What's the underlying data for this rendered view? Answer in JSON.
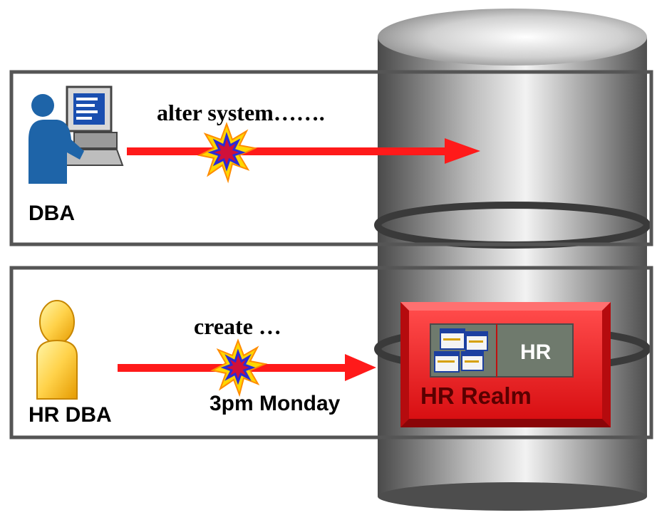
{
  "row1": {
    "actor": "DBA",
    "command": "alter system……."
  },
  "row2": {
    "actor": "HR DBA",
    "command": "create …",
    "time": "3pm Monday"
  },
  "realm": {
    "title": "HR Realm",
    "schema": "HR"
  },
  "colors": {
    "arrow": "#ff1a1a",
    "realm": "#e8171a",
    "schema_panel": "#6f7a6d",
    "box_border": "#555555"
  },
  "icons": [
    "computer-user-icon",
    "person-icon",
    "violation-burst-icon",
    "tables-icon",
    "database-cylinder-icon"
  ]
}
